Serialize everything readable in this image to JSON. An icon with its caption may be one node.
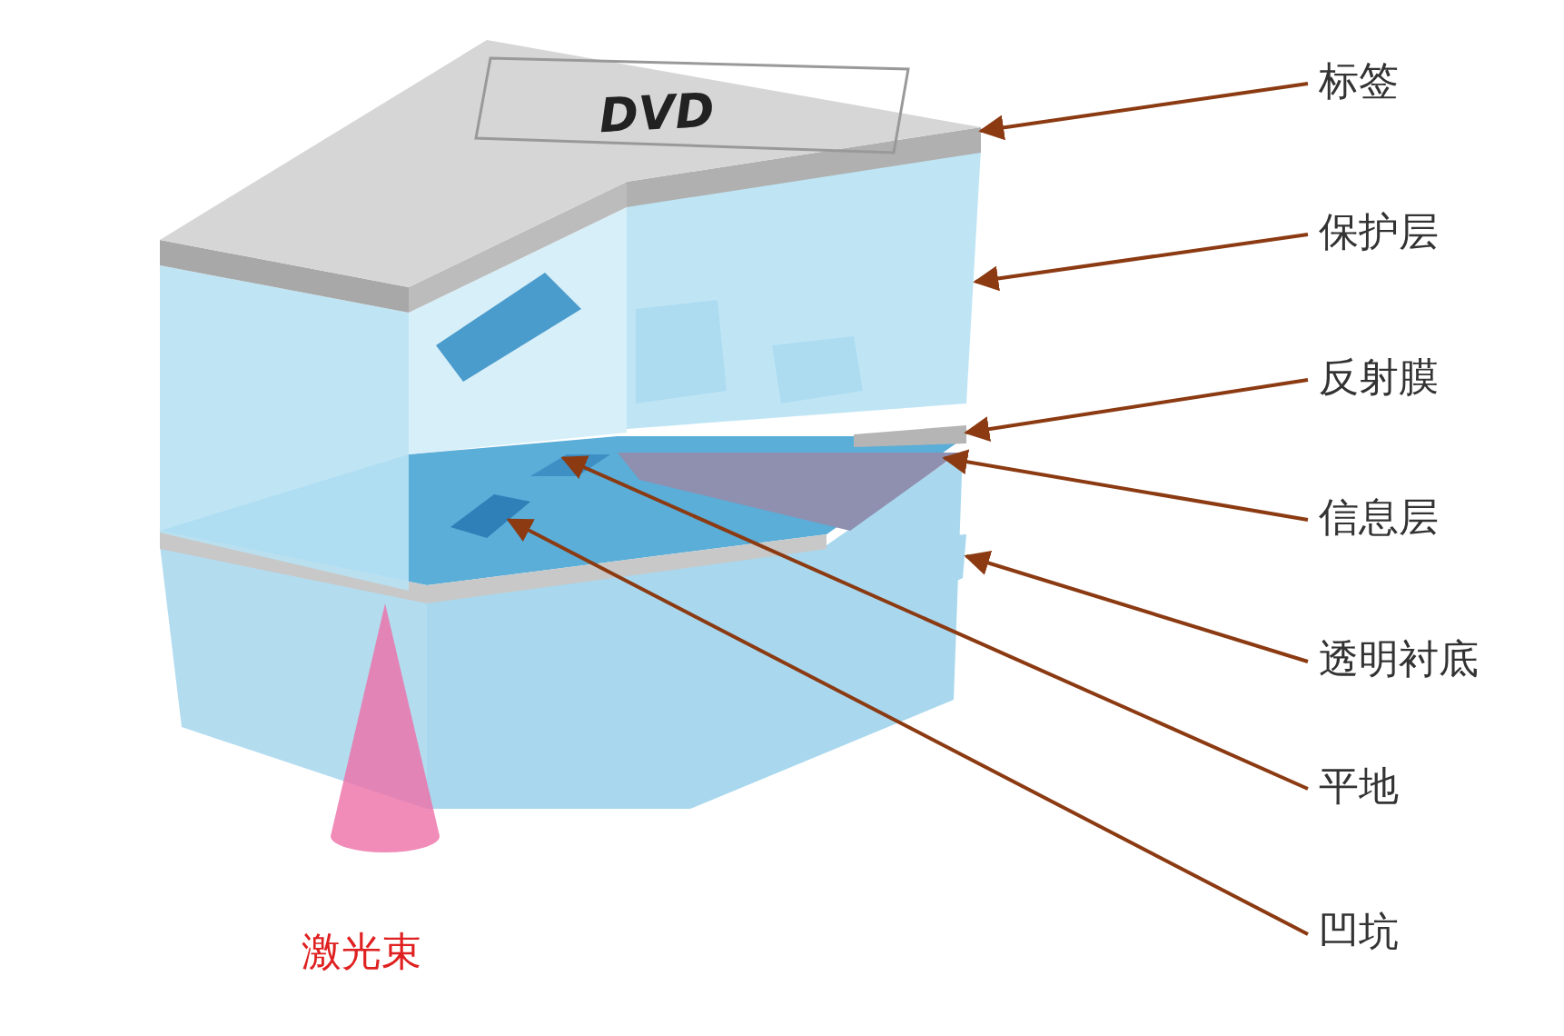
{
  "diagram": {
    "nodes": [
      {
        "text": [
          "标签"
        ]
      },
      {
        "text": [
          "保护层"
        ]
      },
      {
        "text": [
          "反射膜"
        ]
      },
      {
        "text": [
          "信息层"
        ]
      },
      {
        "text": [
          "透明衬底"
        ]
      },
      {
        "text": [
          "平地"
        ]
      },
      {
        "text": [
          "凹坑"
        ]
      },
      {
        "text": [],
        "shape": "box"
      },
      {
        "text": [],
        "shape": "box"
      },
      {
        "text": [],
        "shape": "box"
      },
      {
        "text": [],
        "shape": "box"
      },
      {
        "text": [],
        "shape": "box"
      },
      {
        "text": [],
        "shape": "box"
      },
      {
        "text": [],
        "shape": "box"
      }
    ],
    "edges": [
      {
        "from": 0,
        "to": 7,
        "arrow": "to"
      },
      {
        "from": 1,
        "to": 8,
        "arrow": "to"
      },
      {
        "from": 2,
        "to": 9,
        "arrow": "to"
      },
      {
        "from": 3,
        "to": 10,
        "arrow": "to"
      },
      {
        "from": 4,
        "to": 11,
        "arrow": "to"
      },
      {
        "from": 5,
        "to": 12,
        "arrow": "to"
      },
      {
        "from": 6,
        "to": 13,
        "arrow": "to"
      }
    ],
    "labels": [
      "DVD",
      "激光束"
    ]
  }
}
